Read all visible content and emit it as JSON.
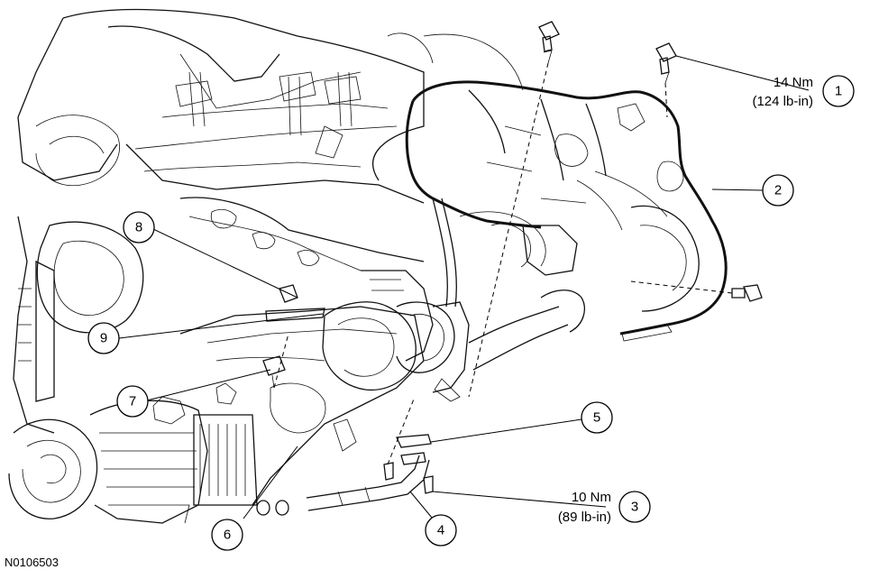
{
  "figure_id": "N0106503",
  "callouts": [
    {
      "number": "1"
    },
    {
      "number": "2"
    },
    {
      "number": "3"
    },
    {
      "number": "4"
    },
    {
      "number": "5"
    },
    {
      "number": "6"
    },
    {
      "number": "7"
    },
    {
      "number": "8"
    },
    {
      "number": "9"
    }
  ],
  "torque_specs": [
    {
      "nm": "14 Nm",
      "lbin": "(124 lb-in)"
    },
    {
      "nm": "10 Nm",
      "lbin": "(89 lb-in)"
    }
  ]
}
